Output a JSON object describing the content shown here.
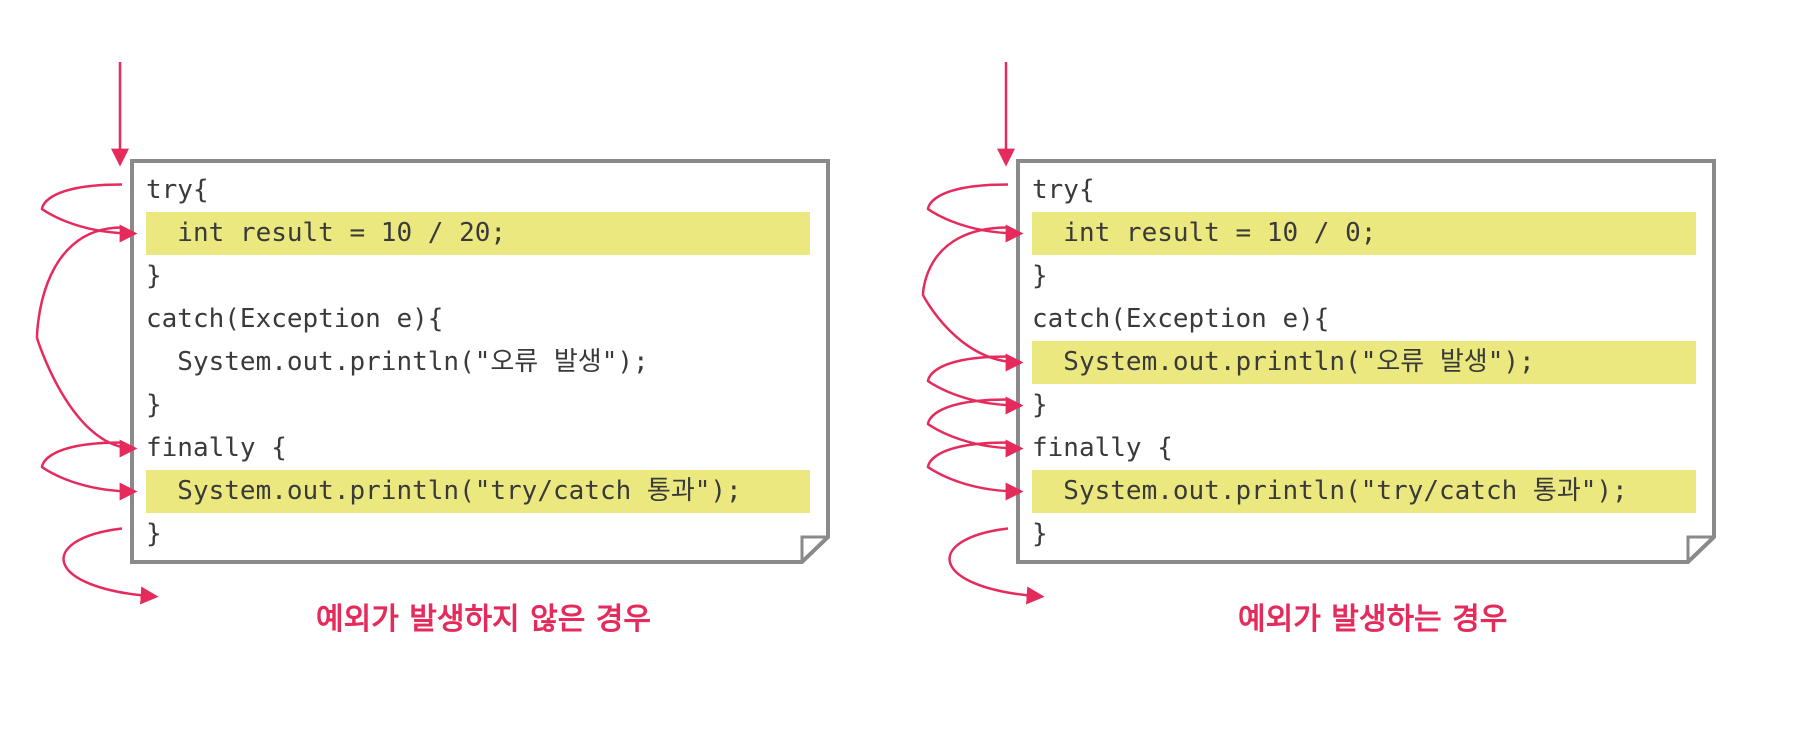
{
  "colors": {
    "arrow": "#e52b5c",
    "highlight": "#ebe87f",
    "frame": "#8a8a8a",
    "code_text": "#3a3a3a"
  },
  "panels": [
    {
      "caption": "예외가 발생하지 않은 경우",
      "lines": [
        {
          "text": "try{",
          "highlight": false
        },
        {
          "text": "  int result = 10 / 20;",
          "highlight": true
        },
        {
          "text": "}",
          "highlight": false
        },
        {
          "text": "catch(Exception e){",
          "highlight": false
        },
        {
          "text": "  System.out.println(\"오류 발생\");",
          "highlight": false
        },
        {
          "text": "}",
          "highlight": false
        },
        {
          "text": "finally {",
          "highlight": false
        },
        {
          "text": "  System.out.println(\"try/catch 통과\");",
          "highlight": true
        },
        {
          "text": "}",
          "highlight": false
        }
      ]
    },
    {
      "caption": "예외가 발생하는 경우",
      "lines": [
        {
          "text": "try{",
          "highlight": false
        },
        {
          "text": "  int result = 10 / 0;",
          "highlight": true
        },
        {
          "text": "}",
          "highlight": false
        },
        {
          "text": "catch(Exception e){",
          "highlight": false
        },
        {
          "text": "  System.out.println(\"오류 발생\");",
          "highlight": true
        },
        {
          "text": "}",
          "highlight": false
        },
        {
          "text": "finally {",
          "highlight": false
        },
        {
          "text": "  System.out.println(\"try/catch 통과\");",
          "highlight": true
        },
        {
          "text": "}",
          "highlight": false
        }
      ]
    }
  ]
}
